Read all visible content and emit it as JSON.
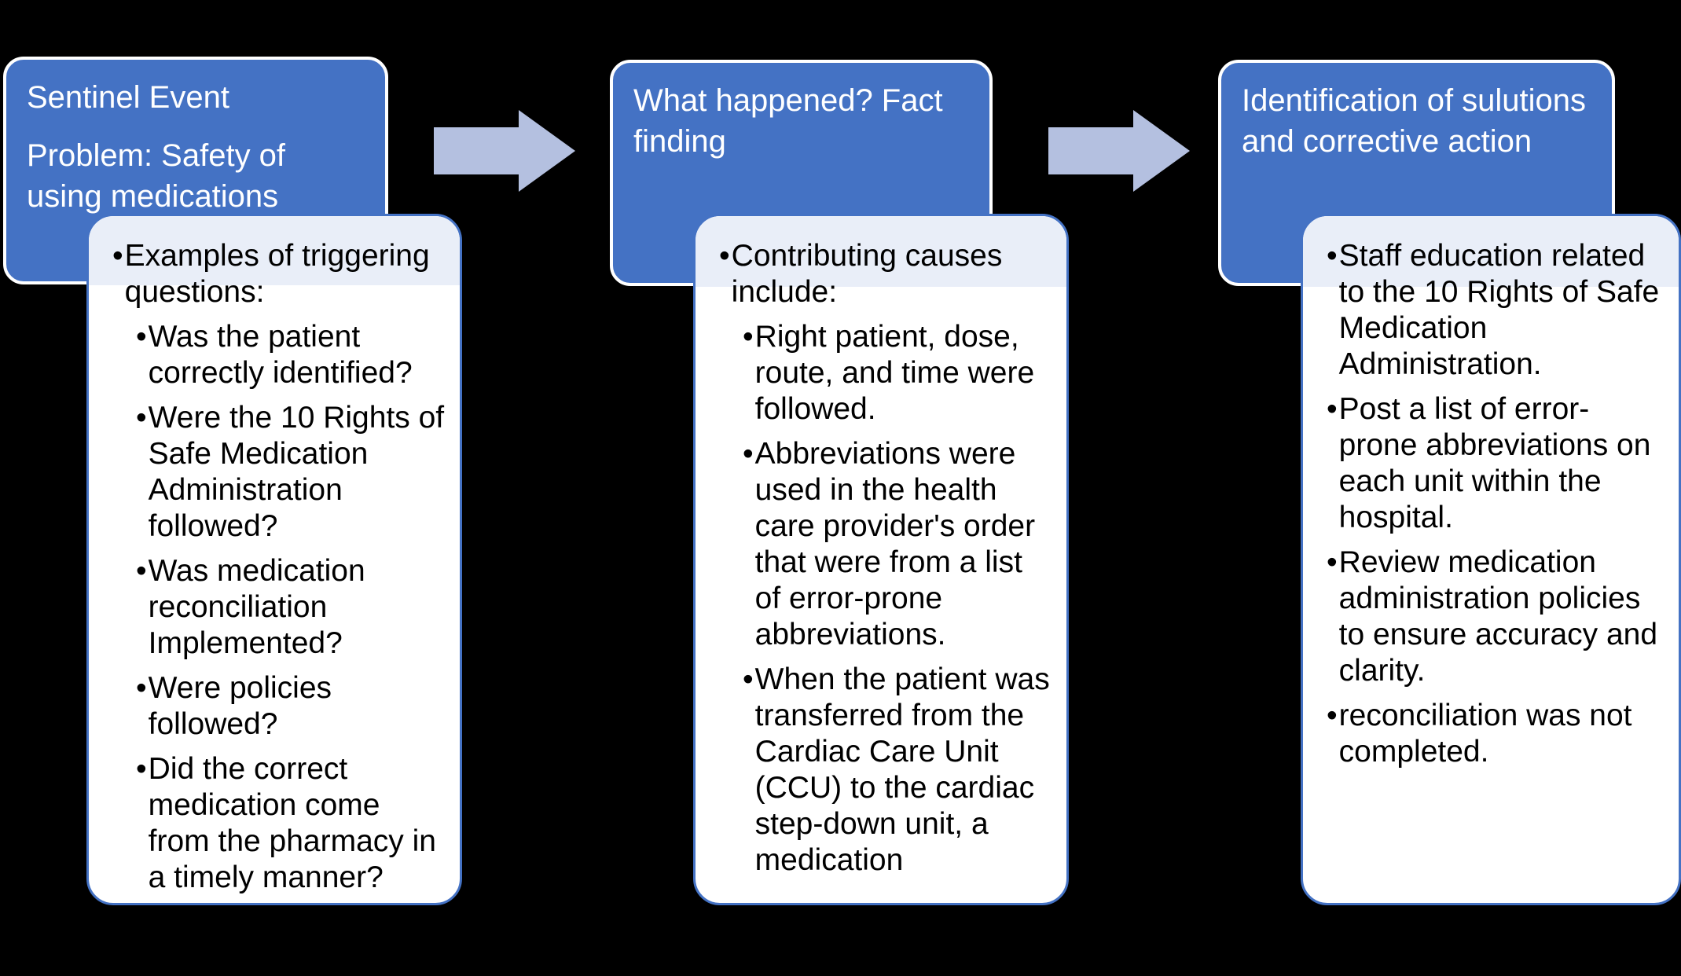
{
  "diagram": {
    "title_flow": "Sentinel Event root cause analysis flow",
    "colors": {
      "header_blue": "#4472c4",
      "card_border_blue": "#4472c4",
      "card_tint": "#e9eef8",
      "arrow_periwinkle": "#b4c0e0",
      "background": "#000000",
      "header_text": "#ffffff",
      "body_text": "#000000"
    },
    "columns": [
      {
        "id": "sentinel-event",
        "header_lines": [
          "Sentinel Event",
          "Problem: Safety of using medications"
        ],
        "bullets": [
          {
            "level": 1,
            "marker": "•",
            "text": "Examples of triggering questions:"
          },
          {
            "level": 2,
            "marker": "•",
            "text": "Was the patient correctly identified?"
          },
          {
            "level": 2,
            "marker": "•",
            "text": "Were the 10 Rights of Safe Medication Administration followed?"
          },
          {
            "level": 2,
            "marker": "•",
            "text": "Was medication reconciliation Implemented?"
          },
          {
            "level": 2,
            "marker": "•",
            "text": "Were policies followed?"
          },
          {
            "level": 2,
            "marker": "•",
            "text": "Did the correct medication come from the pharmacy in a timely manner?"
          }
        ]
      },
      {
        "id": "fact-finding",
        "header_lines": [
          "What happened? Fact finding"
        ],
        "bullets": [
          {
            "level": 1,
            "marker": "•",
            "text": "Contributing causes include:"
          },
          {
            "level": 2,
            "marker": "•",
            "text": "Right patient, dose, route, and time were followed."
          },
          {
            "level": 2,
            "marker": "•",
            "text": "Abbreviations were used in the health care provider's order that were from a list of error-prone abbreviations."
          },
          {
            "level": 2,
            "marker": "•",
            "text": "When the patient was transferred from the Cardiac Care Unit (CCU) to the cardiac step-down unit, a medication"
          }
        ]
      },
      {
        "id": "solutions-corrective-action",
        "header_lines": [
          "Identification of sulutions and corrective action"
        ],
        "bullets": [
          {
            "level": 1,
            "marker": "•",
            "text": "Staff education related to the 10 Rights of Safe Medication Administration."
          },
          {
            "level": 1,
            "marker": "•",
            "text": "Post a list of error-prone abbreviations on each unit within the hospital."
          },
          {
            "level": 1,
            "marker": "•",
            "text": "Review medication administration policies to ensure accuracy and clarity."
          },
          {
            "level": 1,
            "marker": "•",
            "text": "reconciliation was not completed."
          }
        ]
      }
    ],
    "arrows": [
      {
        "id": "arrow-1",
        "from": "sentinel-event",
        "to": "fact-finding",
        "direction": "right"
      },
      {
        "id": "arrow-2",
        "from": "fact-finding",
        "to": "solutions-corrective-action",
        "direction": "right"
      }
    ]
  }
}
